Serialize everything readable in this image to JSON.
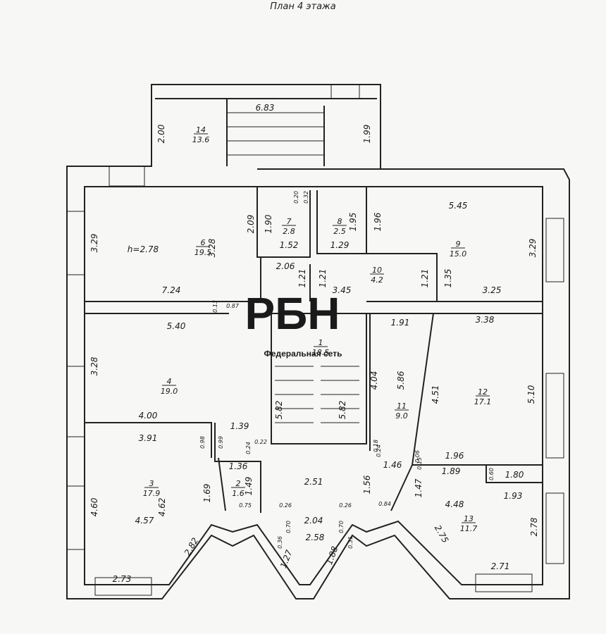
{
  "title": "План 4 этажа",
  "watermark": {
    "logo": "РБН",
    "tagline": "Федеральная сеть",
    "color": "#e8505b"
  },
  "rooms": [
    {
      "id": "14",
      "area": "13.6"
    },
    {
      "id": "6",
      "area": "19.5",
      "note": "h=2.78"
    },
    {
      "id": "7",
      "area": "2.8"
    },
    {
      "id": "8",
      "area": "2.5"
    },
    {
      "id": "9",
      "area": "15.0"
    },
    {
      "id": "10",
      "area": "4.2"
    },
    {
      "id": "1",
      "area": "18.5"
    },
    {
      "id": "4",
      "area": "19.0"
    },
    {
      "id": "3",
      "area": "17.9"
    },
    {
      "id": "2",
      "area": "1.6"
    },
    {
      "id": "11",
      "area": "9.0"
    },
    {
      "id": "12",
      "area": "17.1"
    },
    {
      "id": "13",
      "area": "11.7"
    }
  ],
  "dimensions": [
    "6.83",
    "2.00",
    "1.99",
    "3.29",
    "2.09",
    "1.90",
    "1.52",
    "0.20",
    "0.32",
    "1.95",
    "1.29",
    "1.96",
    "5.45",
    "3.29",
    "3.28",
    "2.06",
    "1.21",
    "1.21",
    "3.45",
    "1.21",
    "1.35",
    "3.25",
    "7.24",
    "5.40",
    "1.91",
    "3.38",
    "3.28",
    "4.04",
    "5.86",
    "4.51",
    "5.10",
    "5.82",
    "5.82",
    "4.00",
    "3.91",
    "0.98",
    "0.99",
    "1.39",
    "0.22",
    "0.24",
    "1.36",
    "0.18",
    "0.24",
    "0.06",
    "0.15",
    "1.96",
    "1.89",
    "0.60",
    "1.80",
    "1.46",
    "4.60",
    "4.62",
    "1.49",
    "1.69",
    "2.51",
    "1.56",
    "1.47",
    "4.48",
    "1.93",
    "0.75",
    "0.26",
    "0.26",
    "0.84",
    "4.57",
    "0.70",
    "2.04",
    "0.70",
    "2.78",
    "2.82",
    "0.36",
    "2.58",
    "0.31",
    "2.75",
    "1.27",
    "1.88",
    "2.73",
    "2.71",
    "0.13",
    "0.87"
  ]
}
